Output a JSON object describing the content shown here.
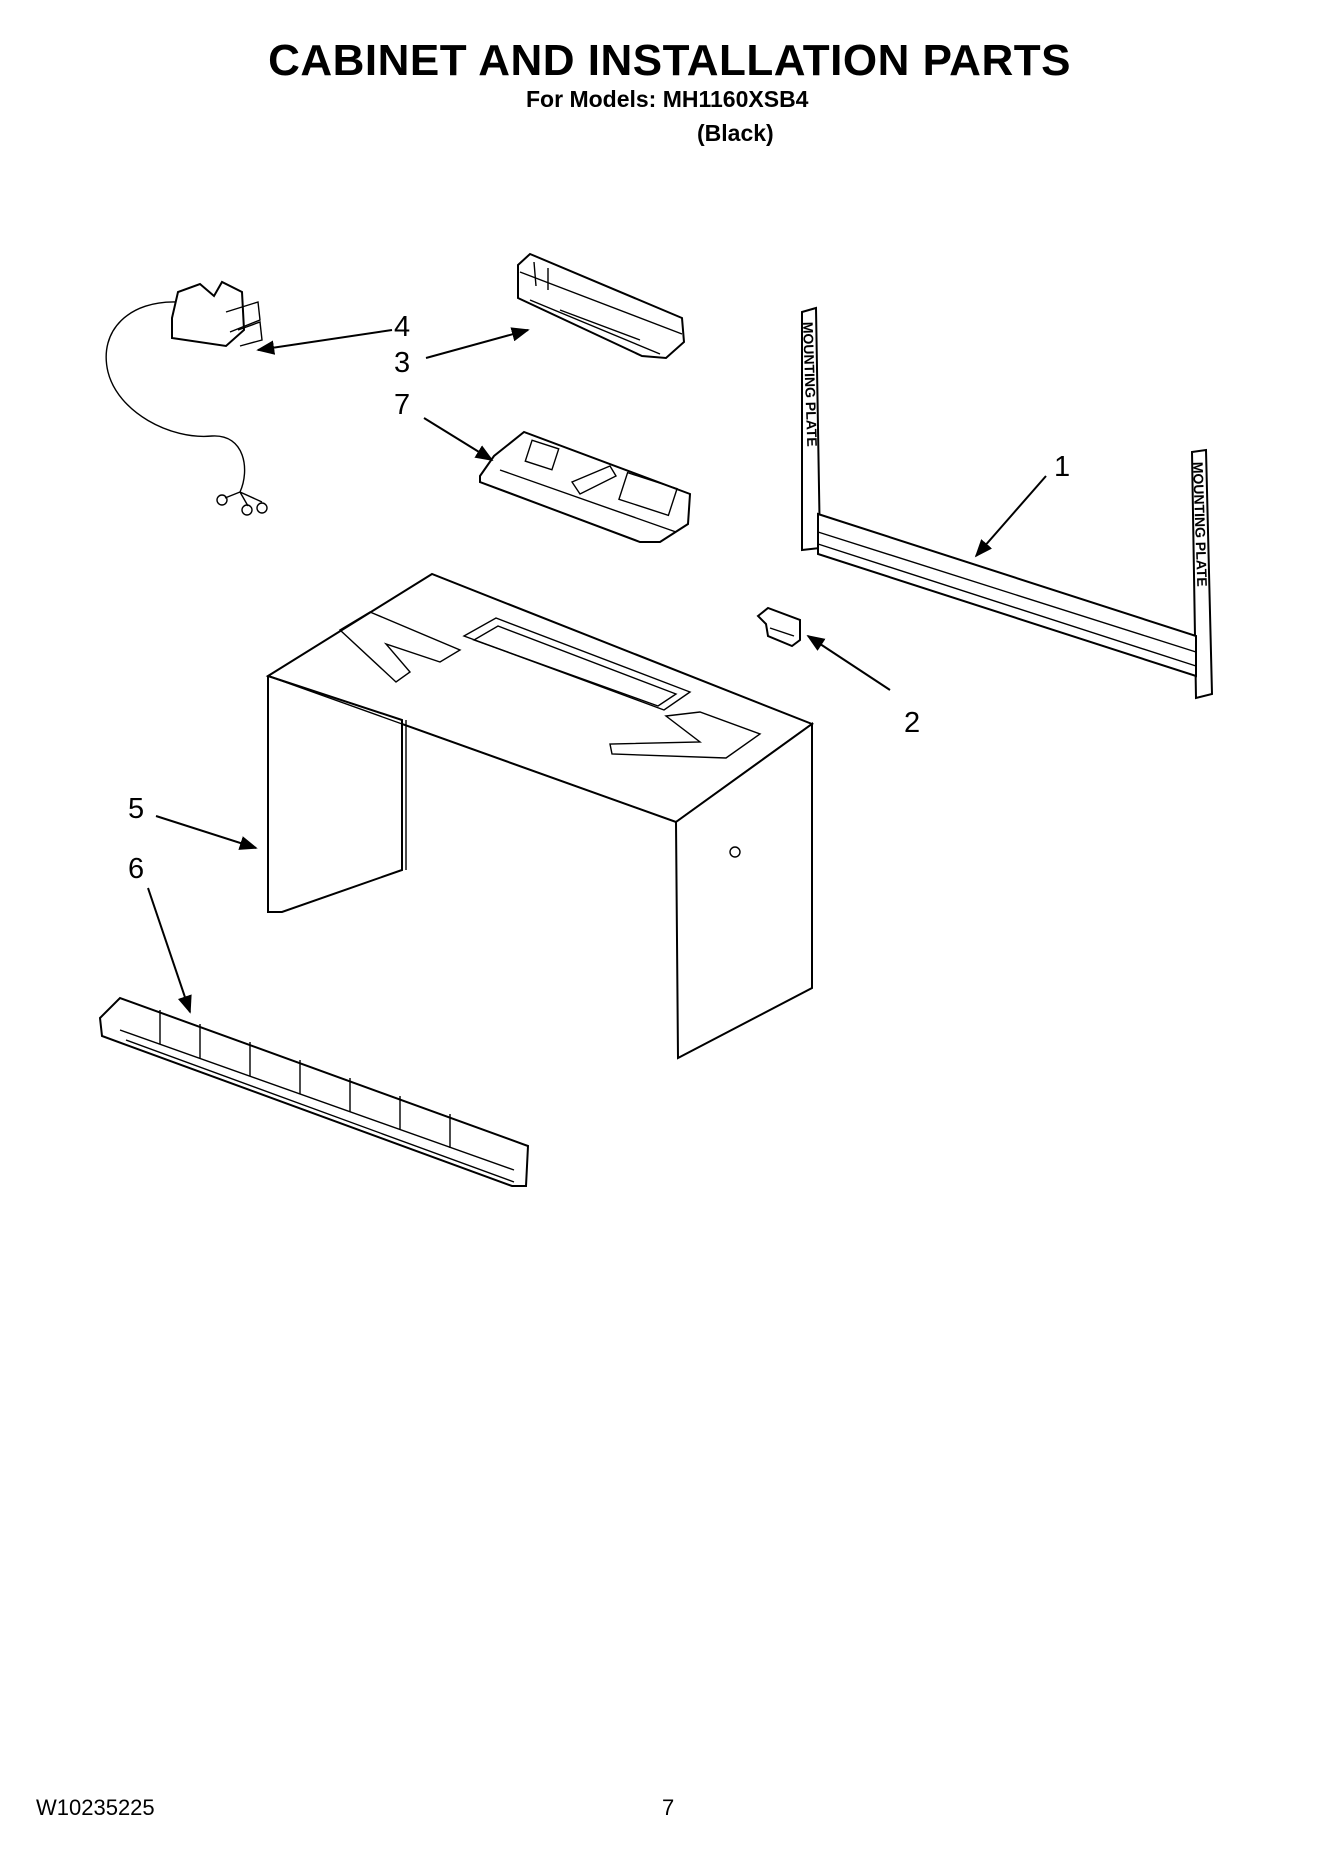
{
  "title": "CABINET AND INSTALLATION PARTS",
  "models_line": "For Models: MH1160XSB4",
  "variant": "(Black)",
  "callouts": [
    "4",
    "3",
    "7",
    "1",
    "2",
    "5",
    "6"
  ],
  "plate_label": "MOUNTING PLATE",
  "footer": {
    "doc_number": "W10235225",
    "page": "7"
  }
}
